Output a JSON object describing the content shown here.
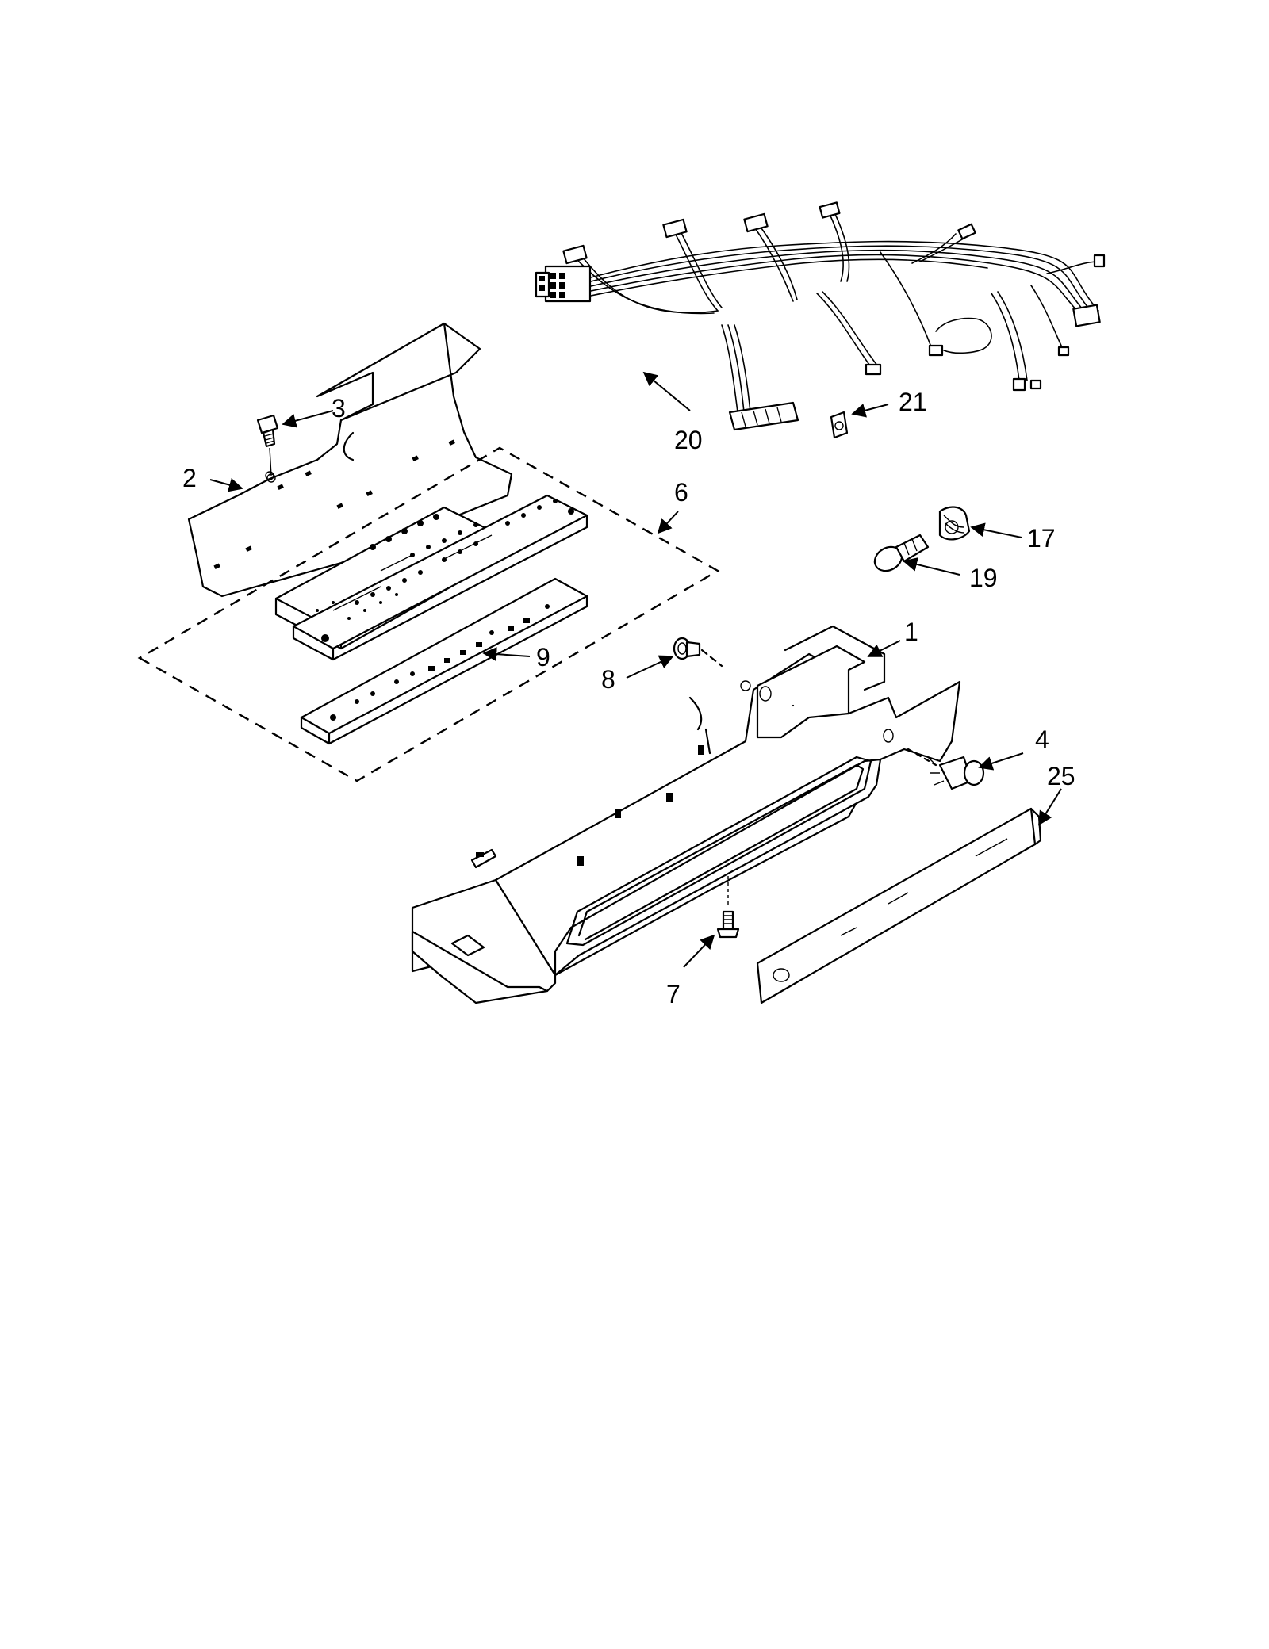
{
  "callouts": {
    "c1": "1",
    "c2": "2",
    "c3": "3",
    "c4": "4",
    "c6": "6",
    "c7": "7",
    "c8": "8",
    "c9": "9",
    "c17": "17",
    "c19": "19",
    "c20": "20",
    "c21": "21",
    "c25": "25"
  },
  "colors": {
    "line": "#000000",
    "background": "#ffffff"
  }
}
